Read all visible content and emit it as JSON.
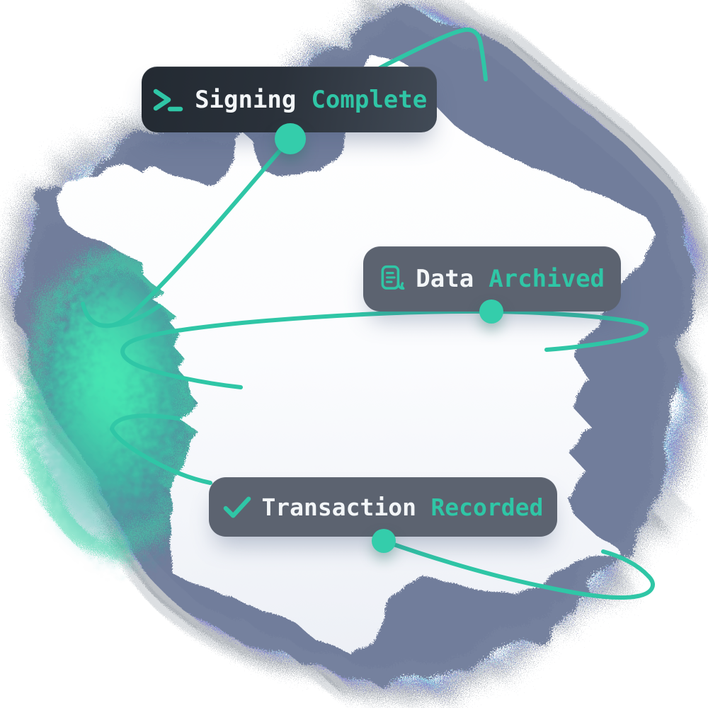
{
  "illustration": {
    "map_shape": "france-silhouette",
    "theme": "status badges orbiting a map of France"
  },
  "colors": {
    "page_bg": "#ffffff",
    "accent_teal": "#2fc6a6",
    "dot_teal": "#34cdab",
    "glow_teal": "#3fe3ae",
    "halo_slate": "#75819e",
    "badge_gray": "#5c6370",
    "badge_dark_start": "#232a32",
    "badge_dark_end": "#424b57",
    "text_white": "#f3f6f8"
  },
  "badges": [
    {
      "id": "signing",
      "icon": "terminal-prompt-icon",
      "primary": "Signing",
      "secondary": "Complete"
    },
    {
      "id": "data",
      "icon": "receipt-icon",
      "primary": "Data",
      "secondary": "Archived"
    },
    {
      "id": "transaction",
      "icon": "check-icon",
      "primary": "Transaction",
      "secondary": "Recorded"
    }
  ]
}
